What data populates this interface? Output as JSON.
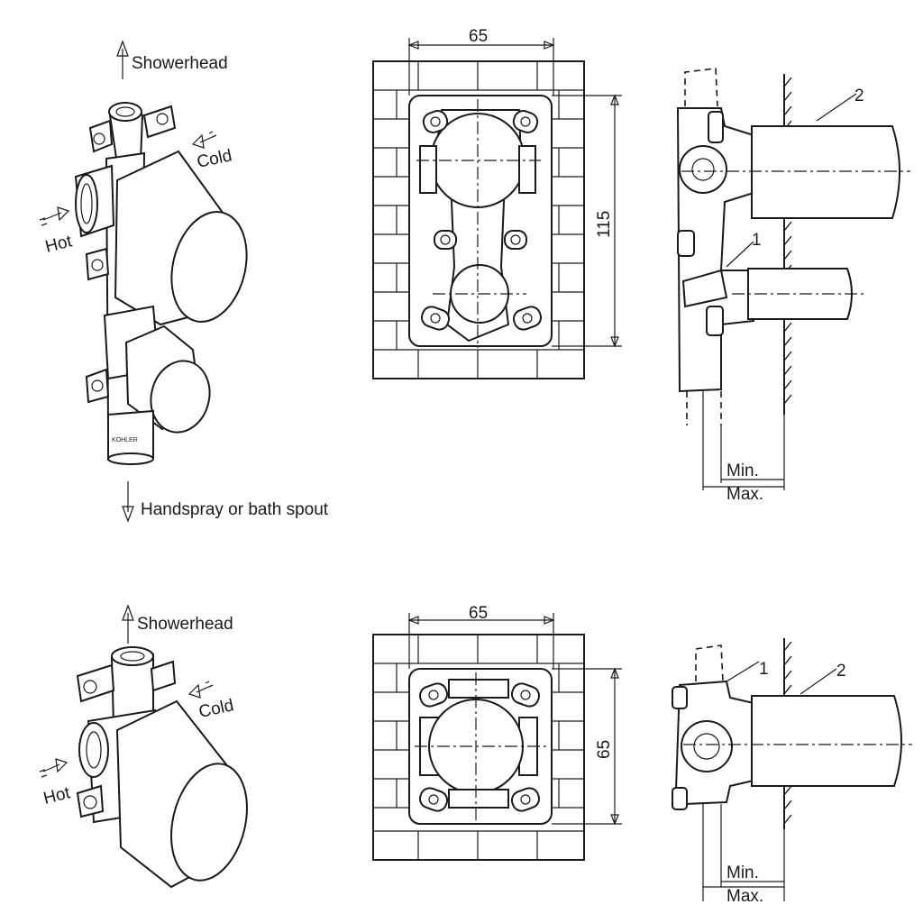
{
  "diagram": {
    "top_row": {
      "labels": {
        "showerhead": "Showerhead",
        "cold": "Cold",
        "hot": "Hot",
        "handspray": "Handspray or bath spout",
        "brand": "KOHLER"
      },
      "front_view": {
        "width_dim": "65",
        "height_dim": "115"
      },
      "side_view": {
        "callout_1": "1",
        "callout_2": "2",
        "min_label": "Min.",
        "max_label": "Max."
      }
    },
    "bottom_row": {
      "labels": {
        "showerhead": "Showerhead",
        "cold": "Cold",
        "hot": "Hot"
      },
      "front_view": {
        "width_dim": "65",
        "height_dim": "65"
      },
      "side_view": {
        "callout_1": "1",
        "callout_2": "2",
        "min_label": "Min.",
        "max_label": "Max."
      }
    }
  }
}
